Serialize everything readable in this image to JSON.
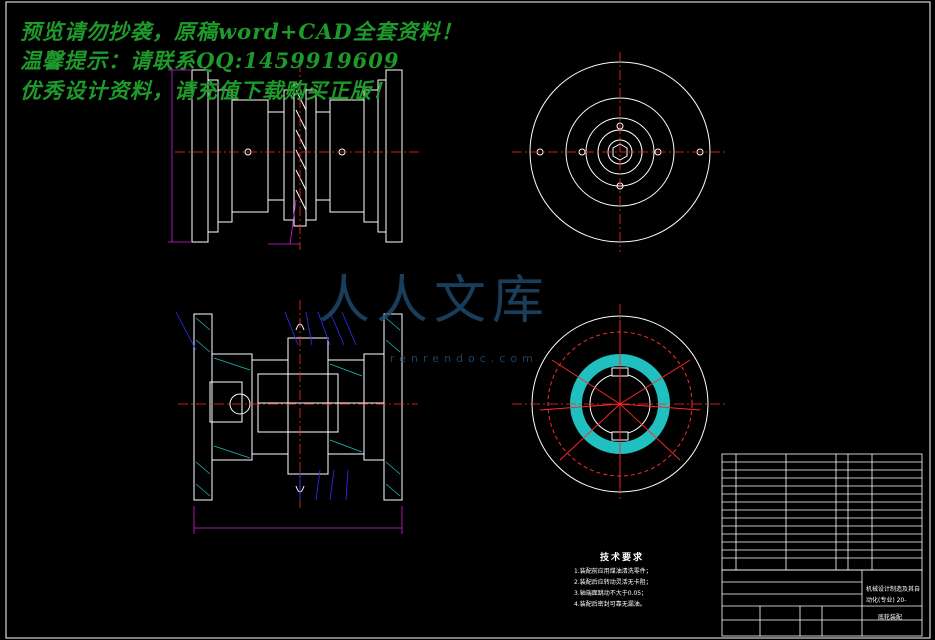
{
  "watermark": {
    "line1": "预览请勿抄袭，原稿word+CAD全套资料！",
    "line2": "温馨提示：请联系QQ:1459919609",
    "line3": "优秀设计资料，请充值下载购买正版！"
  },
  "logo": {
    "text": "人人文库",
    "sub": "renrendoc.com"
  },
  "tech": {
    "title": "技术要求",
    "notes": [
      "1.装配前应用煤油清洗零件；",
      "2.装配后应转动灵活无卡阻；",
      "3.轴端面跳动不大于0.05；",
      "4.装配后密封可靠无漏油。"
    ]
  },
  "titleblock": {
    "line1": "机械设计制造及其自",
    "line2": "动化(专业) 20-",
    "drawing_name": "底轮装配"
  },
  "colors": {
    "background": "#000000",
    "outline": "#ffffff",
    "centerline": "#ff2a2a",
    "dimension": "#d61fd6",
    "hatch": "#20c0c0",
    "part_tag": "#3030ff",
    "watermark": "#1e9a2a",
    "logo": "#1f4e73"
  }
}
